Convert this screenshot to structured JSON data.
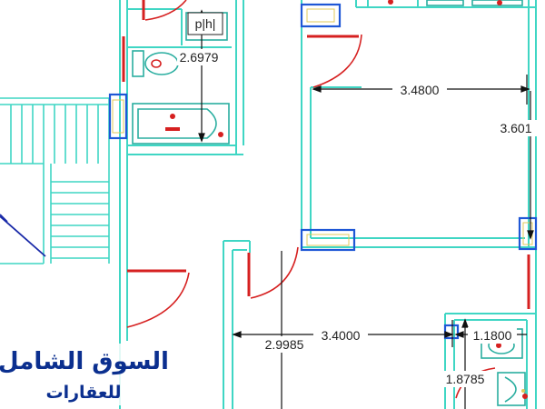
{
  "drawing": {
    "room_label": "p|h|",
    "dimensions": [
      "2.6979",
      "3.4800",
      "3.601",
      "2.9985",
      "3.4000",
      "1.1800",
      "1.8785"
    ]
  },
  "watermark": {
    "title": "السوق الشامل",
    "subtitle": "للعقارات"
  },
  "colors": {
    "wall": "#3fd6c4",
    "dimension": "#111111",
    "door": "#d62020",
    "highlight": "#1f57d6",
    "stair": "#1a2aa8",
    "fixture": "#2aaea0"
  }
}
